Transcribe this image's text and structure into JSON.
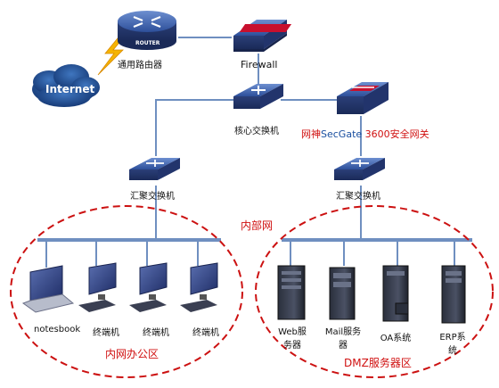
{
  "labels": {
    "internet": "Internet",
    "router_icon_text": "ROUTER",
    "router": "通用路由器",
    "firewall": "Firewall",
    "core_switch": "核心交换机",
    "gateway_prefix": "网神",
    "gateway_brand": "SecGate",
    "gateway_suffix": " 3600安全网关",
    "agg_switch_left": "汇聚交换机",
    "agg_switch_right": "汇聚交换机",
    "internal_net": "内部网",
    "office_zone": "内网办公区",
    "dmz_zone": "DMZ服务器区"
  },
  "office_devices": [
    "notesbook",
    "终端机",
    "终端机",
    "终端机"
  ],
  "servers": [
    {
      "line1": "Web服",
      "line2": "务器"
    },
    {
      "line1": "Mail服务",
      "line2": "器"
    },
    {
      "line1": "OA系统",
      "line2": ""
    },
    {
      "line1": "ERP系",
      "line2": "统"
    }
  ],
  "colors": {
    "link": "#6f8fc0",
    "device_blue": "#2f4f94",
    "cloud": "#1f4c8a",
    "zone_border": "#cc1111",
    "label_red": "#d01010"
  }
}
